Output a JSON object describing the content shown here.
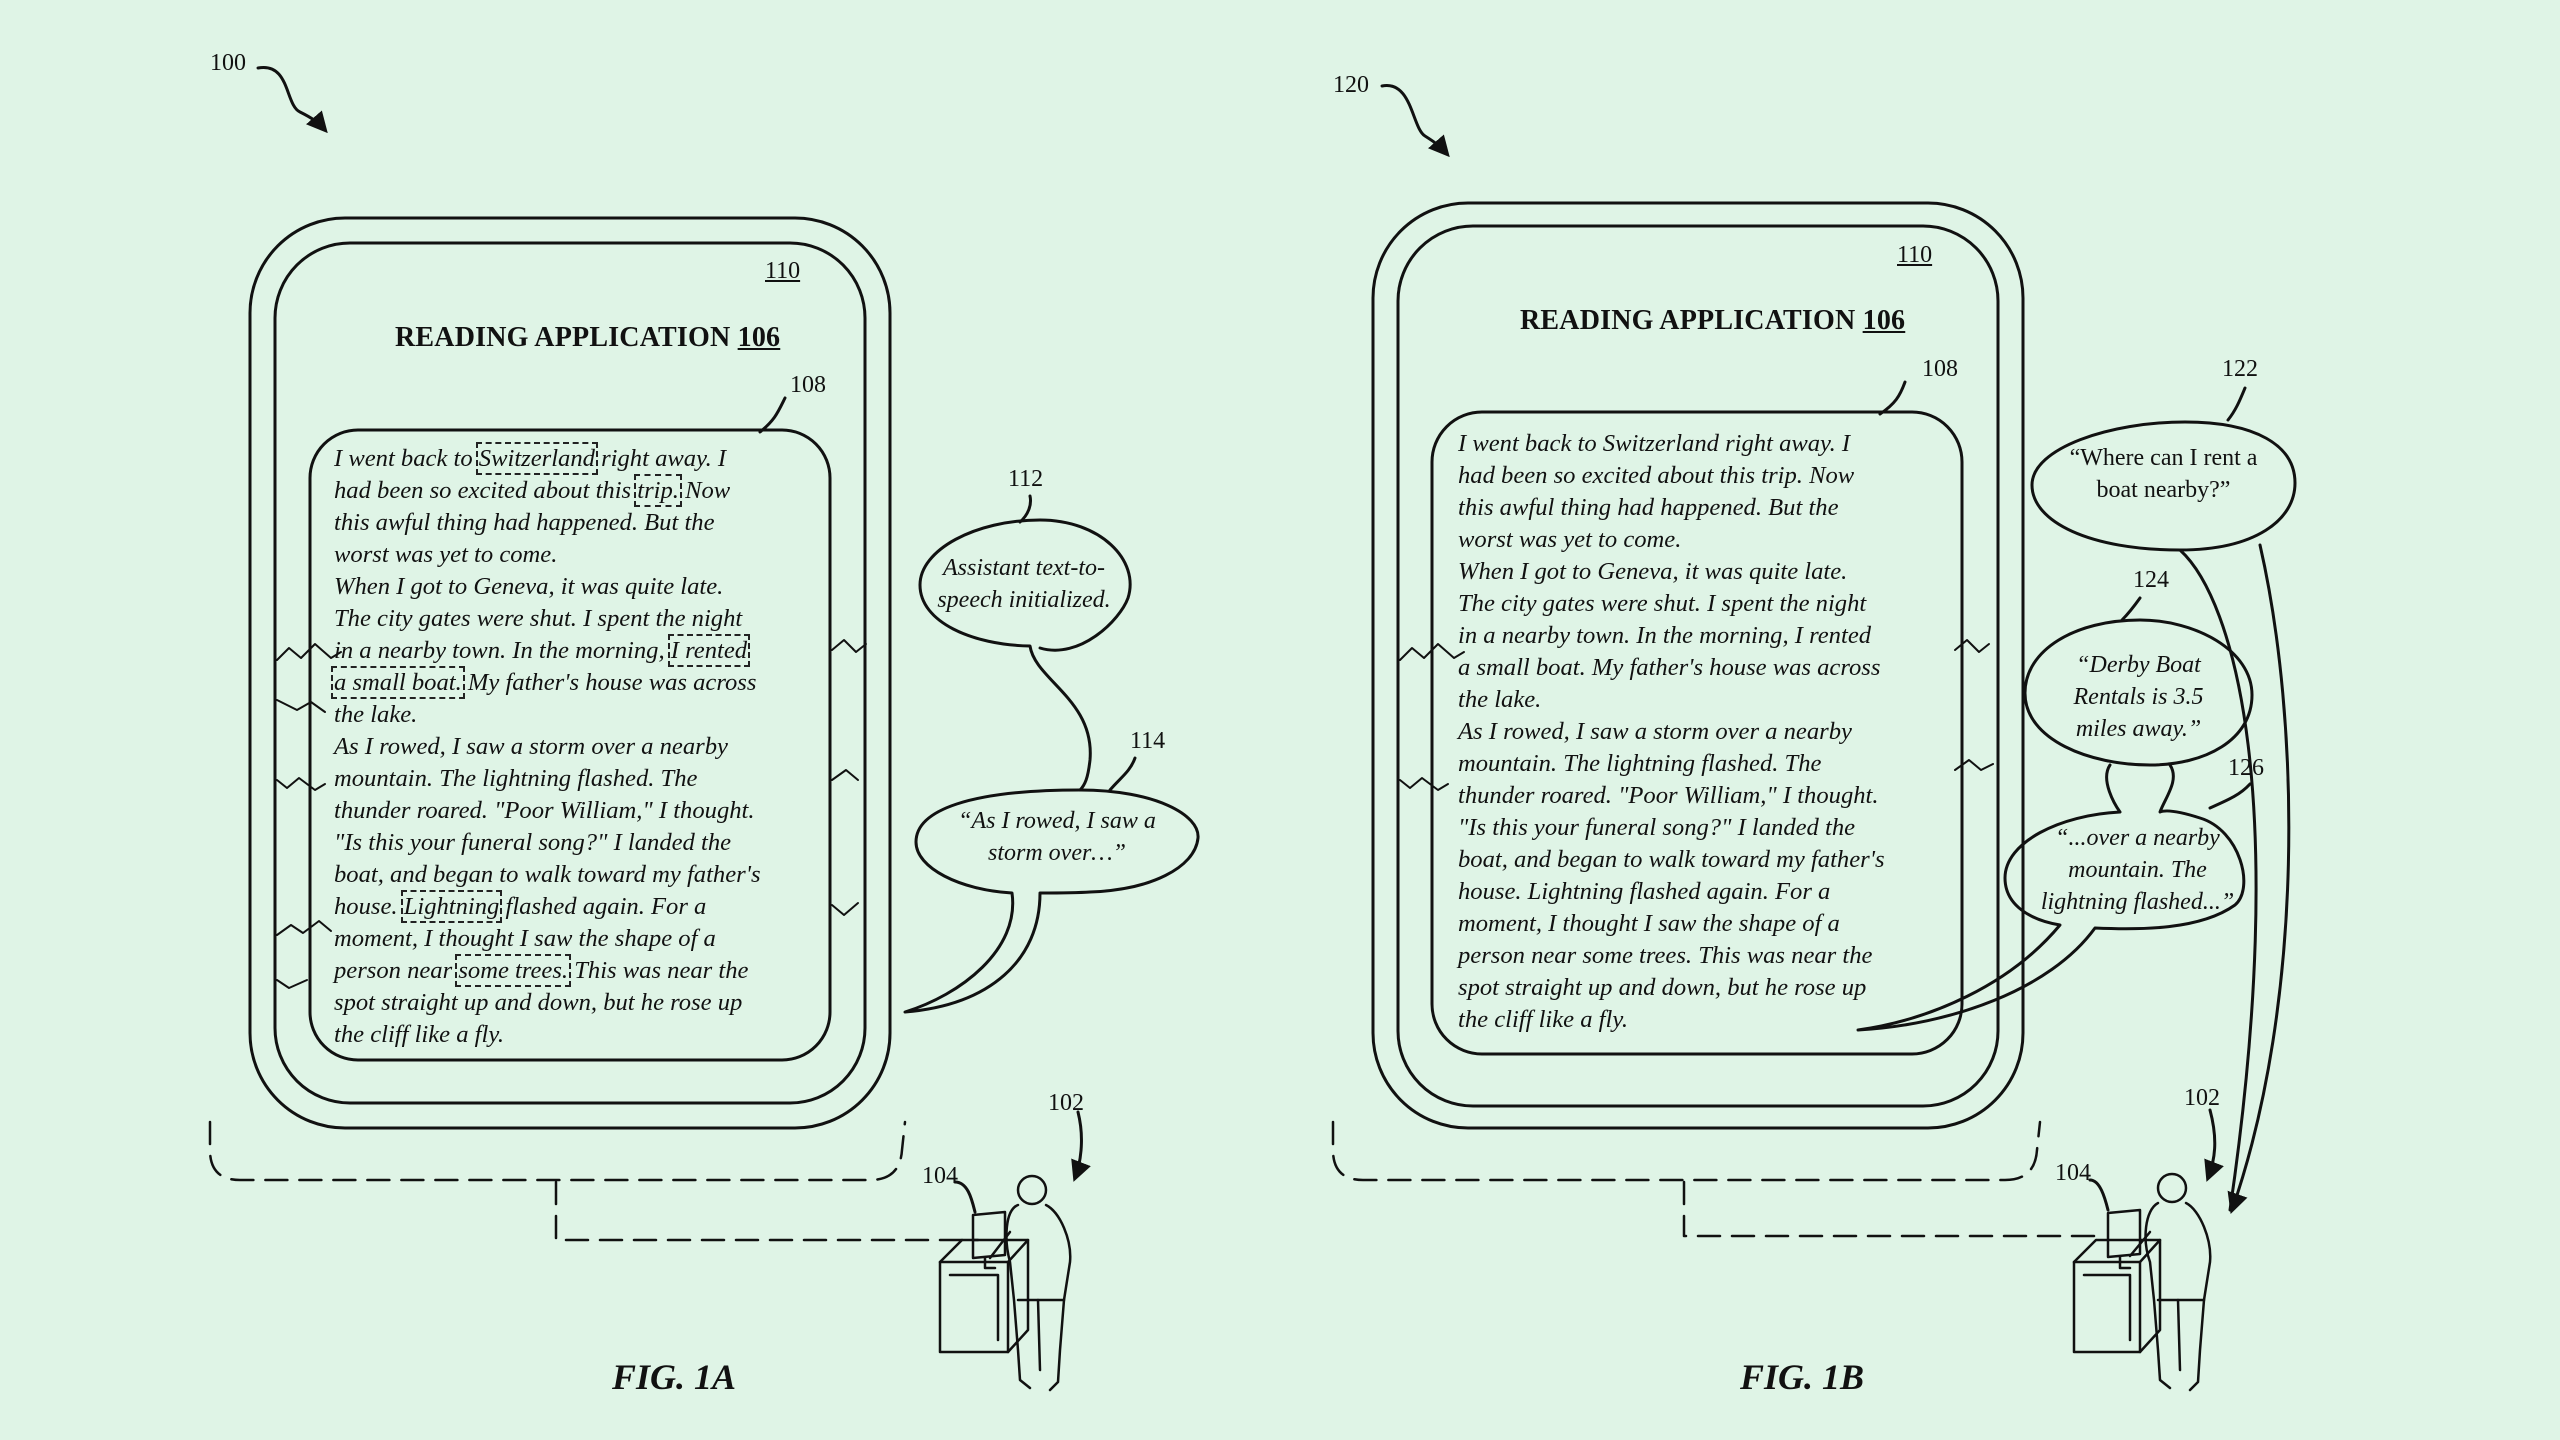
{
  "figure_a": {
    "figure_ref": "100",
    "caption": "FIG. 1A",
    "device_ref": "110",
    "app_title": "READING APPLICATION",
    "app_ref": "106",
    "text_region_ref": "108",
    "passage_lines": [
      [
        "I went back to ",
        {
          "hl": "Switzerland"
        },
        " right away. I"
      ],
      [
        "had been so excited about this ",
        {
          "hl": "trip."
        },
        " Now"
      ],
      [
        "this awful thing had happened. But the"
      ],
      [
        "worst was yet to come."
      ],
      [
        "When I got to Geneva, it was quite late."
      ],
      [
        "The city gates were shut. I spent the night"
      ],
      [
        "in a nearby town. In the morning, ",
        {
          "hl": "I rented"
        }
      ],
      [
        {
          "hl": "a small boat."
        },
        " My father's house was across"
      ],
      [
        "the lake."
      ],
      [
        "As I rowed, I saw a storm over a nearby"
      ],
      [
        "mountain. The lightning flashed. The"
      ],
      [
        "thunder roared. \"Poor William,\" I thought."
      ],
      [
        "\"Is this your funeral song?\" I landed the"
      ],
      [
        "boat, and began to walk toward my father's"
      ],
      [
        "house. ",
        {
          "hl": "Lightning"
        },
        " flashed again. For a"
      ],
      [
        "moment, I thought I saw the shape of a"
      ],
      [
        "person near ",
        {
          "hl": "some trees."
        },
        " This was near the"
      ],
      [
        "spot straight up and down, but he rose up"
      ],
      [
        "the cliff like a fly."
      ]
    ],
    "bubble_init": {
      "ref": "112",
      "lines": [
        "Assistant text-to-",
        "speech initialized."
      ]
    },
    "bubble_read": {
      "ref": "114",
      "lines": [
        "“As I rowed, I saw a",
        "storm over…”"
      ]
    },
    "user_ref": "102",
    "computer_ref": "104"
  },
  "figure_b": {
    "figure_ref": "120",
    "caption": "FIG. 1B",
    "device_ref": "110",
    "app_title": "READING APPLICATION",
    "app_ref": "106",
    "text_region_ref": "108",
    "passage_lines": [
      [
        "I went back to Switzerland right away. I"
      ],
      [
        "had been so excited about this trip. Now"
      ],
      [
        "this awful thing had happened. But the"
      ],
      [
        "worst was yet to come."
      ],
      [
        "When I got to Geneva, it was quite late."
      ],
      [
        "The city gates were shut. I spent the night"
      ],
      [
        "in a nearby town. In the morning, I rented"
      ],
      [
        "a small boat. My father's house was across"
      ],
      [
        "the lake."
      ],
      [
        "As I rowed, I saw a storm over a nearby"
      ],
      [
        "mountain. The lightning flashed. The"
      ],
      [
        "thunder roared. \"Poor William,\" I thought."
      ],
      [
        "\"Is this your funeral song?\" I landed the"
      ],
      [
        "boat, and began to walk toward my father's"
      ],
      [
        "house. Lightning flashed again. For a"
      ],
      [
        "moment, I thought I saw the shape of a"
      ],
      [
        "person near some trees. This was near the"
      ],
      [
        "spot straight up and down, but he rose up"
      ],
      [
        "the cliff like a fly."
      ]
    ],
    "bubble_question": {
      "ref": "122",
      "lines": [
        "“Where can I rent a",
        "boat nearby?”"
      ]
    },
    "bubble_answer": {
      "ref": "124",
      "lines": [
        "“Derby Boat",
        "Rentals is 3.5",
        "miles away.”"
      ]
    },
    "bubble_resume": {
      "ref": "126",
      "lines": [
        "“...over a nearby",
        "mountain.  The",
        "lightning flashed...”"
      ]
    },
    "user_ref": "102",
    "computer_ref": "104"
  },
  "colors": {
    "background": "#dff4e6",
    "ink": "#111111"
  }
}
